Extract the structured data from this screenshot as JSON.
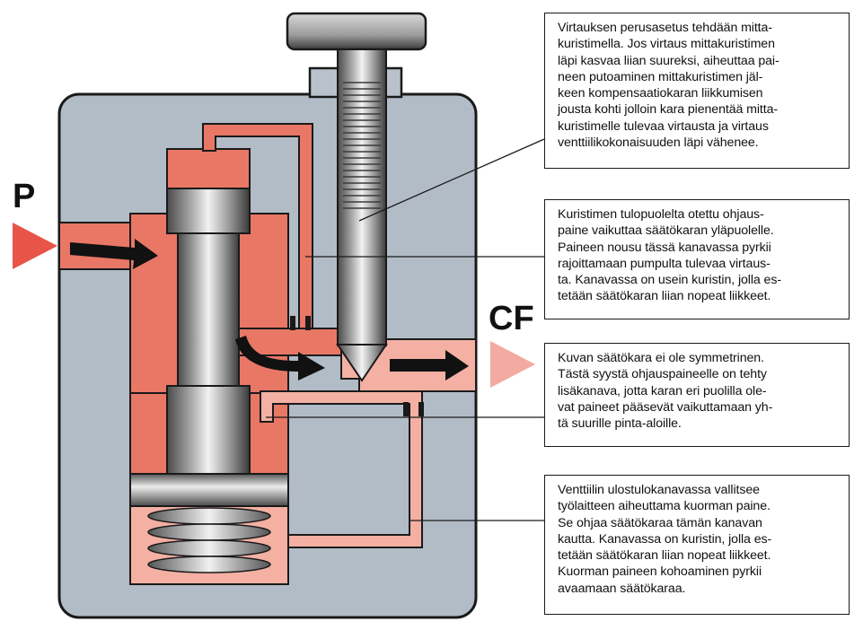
{
  "ports": {
    "inlet_label": "P",
    "outlet_label": "CF"
  },
  "colors": {
    "body": "#b2bcc7",
    "channel": "#e87766",
    "channel_light": "#f3b0a3",
    "arrow_in": "#e85548",
    "arrow_out": "#f4aaa0",
    "steel_dark": "#3a3a3a",
    "steel_light": "#e8e8e8"
  },
  "callouts": [
    {
      "text": "Virtauksen perusasetus tehdään mitta-\nkuristimella. Jos virtaus mittakuristimen\nläpi kasvaa liian suureksi, aiheuttaa pai-\nneen putoaminen mittakuristimen jäl-\nkeen kompensaatiokaran liikkumisen\njousta kohti jolloin kara pienentää mitta-\nkuristimelle tulevaa virtausta ja virtaus\nventtiilikokonaisuuden läpi vähenee."
    },
    {
      "text": "Kuristimen tulopuolelta otettu ohjaus-\npaine vaikuttaa säätökaran yläpuolelle.\nPaineen nousu tässä kanavassa pyrkii\nrajoittamaan pumpulta tulevaa virtaus-\nta. Kanavassa on usein kuristin, jolla es-\ntetään säätökaran liian nopeat liikkeet."
    },
    {
      "text": "Kuvan säätökara ei ole symmetrinen.\nTästä syystä ohjauspaineelle on tehty\nlisäkanava, jotta karan eri puolilla ole-\nvat paineet pääsevät vaikuttamaan yh-\ntä suurille pinta-aloille."
    },
    {
      "text": "Venttiilin ulostulokanavassa vallitsee\ntyölaitteen aiheuttama kuorman paine.\nSe ohjaa säätökaraa tämän kanavan\nkautta. Kanavassa on kuristin, jolla es-\ntetään säätökaran liian nopeat liikkeet.\nKuorman paineen kohoaminen pyrkii\navaamaan säätökaraa."
    }
  ]
}
